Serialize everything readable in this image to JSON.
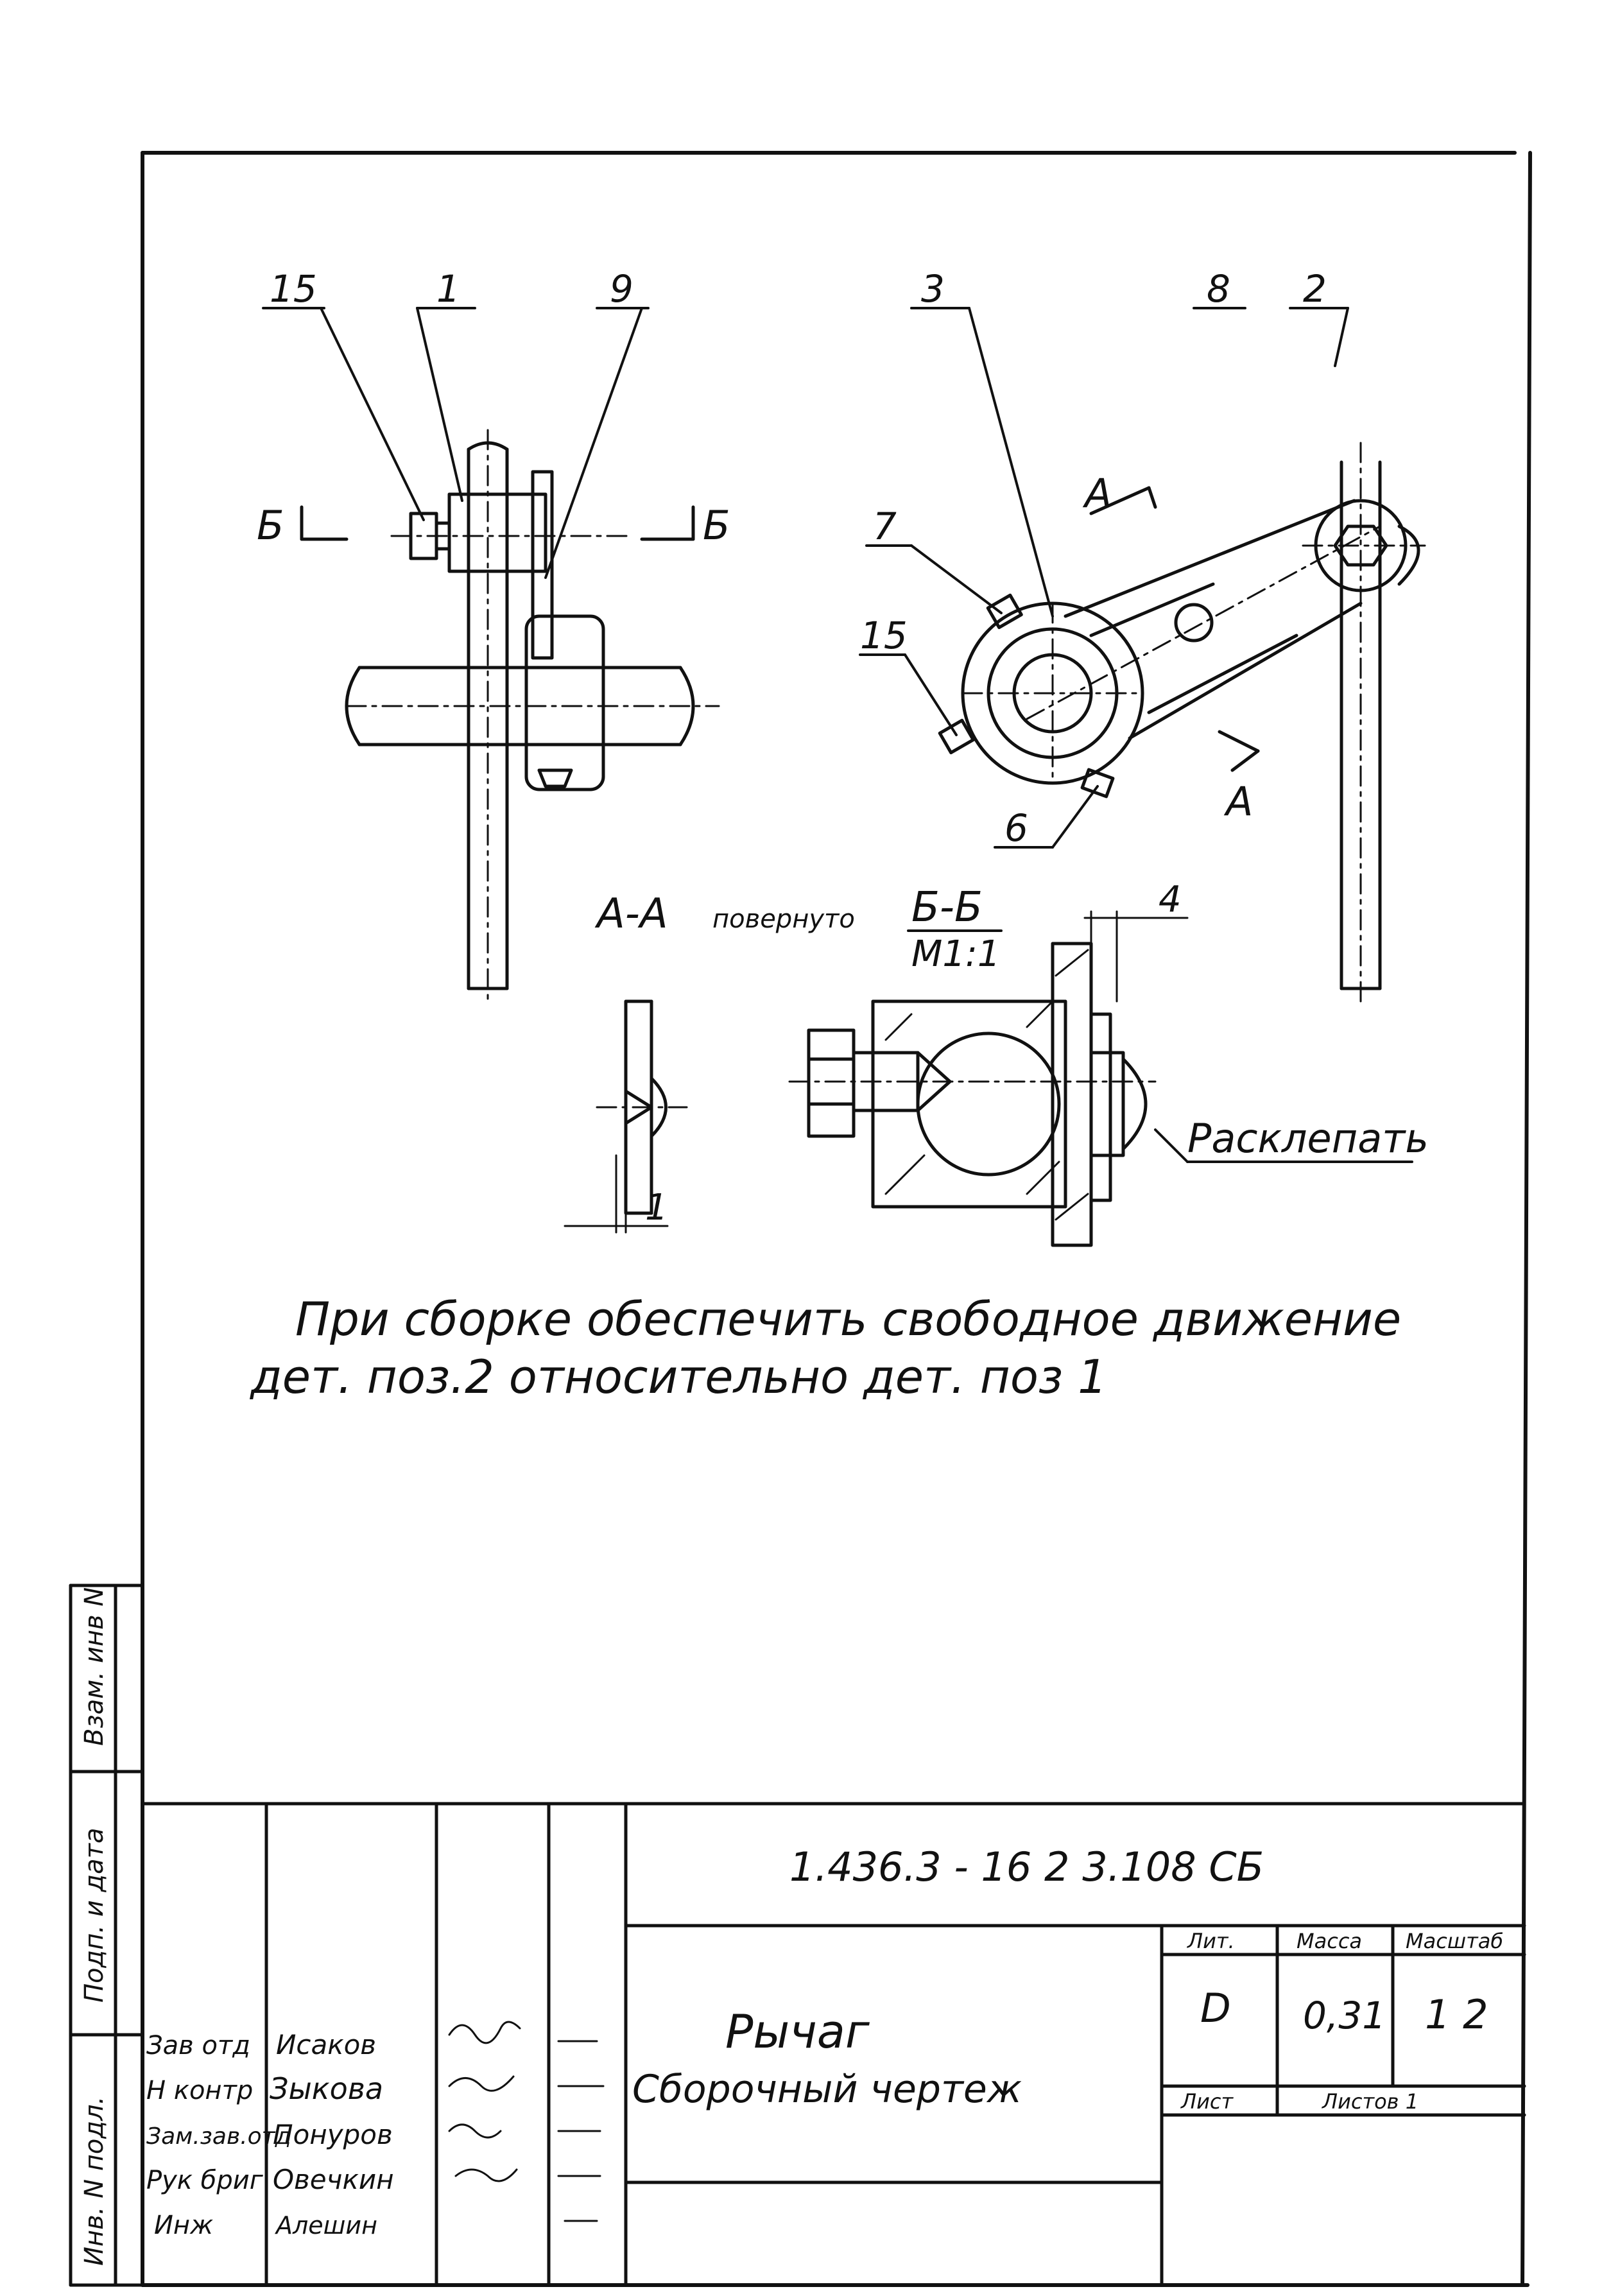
{
  "views": {
    "left_view": {
      "leaders": [
        "15",
        "1",
        "9"
      ],
      "section_mark": "Б"
    },
    "right_view": {
      "leaders": [
        "3",
        "8",
        "2",
        "7",
        "15",
        "6"
      ],
      "section_mark": "А"
    },
    "section_aa_label": "А-А",
    "section_aa_note": "повернуто",
    "section_bb_label": "Б-Б",
    "section_bb_scale": "М1:1",
    "dim_1": "1",
    "dim_4": "4",
    "rivet_note": "Расклепать"
  },
  "notes": {
    "line1": "При сборке обеспечить свободное движение",
    "line2": "дет. поз.2 относительно дет. поз 1"
  },
  "side_stamp": {
    "vzam": "Взам. инв N",
    "podp": "Подп. и дата",
    "inv": "Инв. N подл."
  },
  "title_block": {
    "doc_code": "1.436.3 - 16 2     3.108 СБ",
    "name_line1": "Рычаг",
    "name_line2": "Сборочный чертеж",
    "lit_label": "Лит.",
    "mass_label": "Масса",
    "scale_label": "Масштаб",
    "lit_value": "D",
    "mass_value": "0,31",
    "scale_value": "1 2",
    "sheet_label": "Лист",
    "sheets_label": "Листов 1",
    "roles": [
      "Зав отд",
      "Н контр",
      "Зам.зав.отд",
      "Рук бриг",
      "Инж"
    ],
    "names": [
      "Исаков",
      "Зыкова",
      "Понуров",
      "Овечкин",
      "Алешин"
    ]
  }
}
